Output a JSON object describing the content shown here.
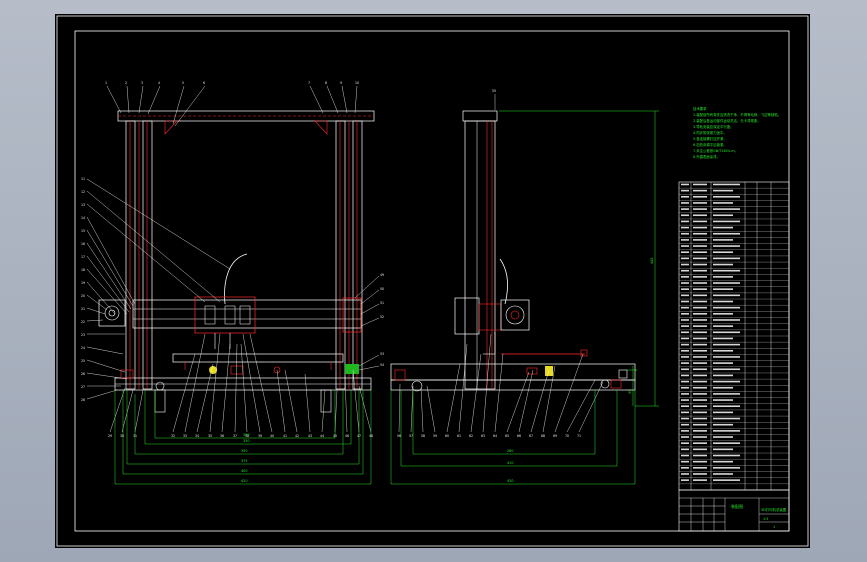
{
  "colors": {
    "background": "#a9b1bf",
    "sheet": "#000000",
    "frame_line": "#ffffff",
    "part_line": "#ff2a2a",
    "dimension_line": "#27e82a",
    "leader_line": "#ffffff",
    "accent_yellow": "#e8d820",
    "accent_green_fill": "#1fb81f"
  },
  "front_view": {
    "balloon_labels_top": [
      "1",
      "2",
      "3",
      "4",
      "5",
      "6",
      "7",
      "8",
      "9",
      "10"
    ],
    "balloon_labels_left": [
      "11",
      "12",
      "13",
      "14",
      "15",
      "16",
      "17",
      "18",
      "19",
      "20",
      "21",
      "22",
      "23",
      "24",
      "25",
      "26",
      "27",
      "28"
    ],
    "balloon_labels_bottom": [
      "29",
      "30",
      "31",
      "32",
      "33",
      "34",
      "35",
      "36",
      "37",
      "38",
      "39",
      "40",
      "41",
      "42",
      "43",
      "44",
      "45",
      "46",
      "47",
      "48"
    ],
    "balloon_labels_right": [
      "49",
      "50",
      "51",
      "52",
      "53",
      "54"
    ],
    "dimensions": [
      "300",
      "330",
      "350",
      "375",
      "400",
      "420"
    ]
  },
  "side_view": {
    "balloon_labels_top": [
      "55"
    ],
    "balloon_labels_bottom": [
      "56",
      "57",
      "58",
      "59",
      "60",
      "61",
      "62",
      "63",
      "64",
      "65",
      "66",
      "67",
      "68",
      "69",
      "70",
      "71"
    ],
    "dimensions_horizontal": [
      "280",
      "410",
      "430"
    ],
    "dimensions_vertical": [
      "445",
      "35"
    ]
  },
  "notes": {
    "heading": "技术要求",
    "lines": [
      "1.装配前所有零件应清洗干净，不得有毛刺、飞边等缺陷。",
      "2.装配后各运动部件运动灵活，无卡滞现象。",
      "3.导轨安装应保证平行度。",
      "4.同步带张紧力适中。",
      "5.各连接螺钉应拧紧。",
      "6.加热床调平后锁紧。",
      "7.未注公差按GB/T1804-m。",
      "8.外露表面涂漆。"
    ]
  },
  "parts_list_row_count": 50,
  "title_block": {
    "title": "装配图",
    "drawing_number": "3D打印机总装图",
    "scale": "1:5",
    "sheet": "1"
  }
}
